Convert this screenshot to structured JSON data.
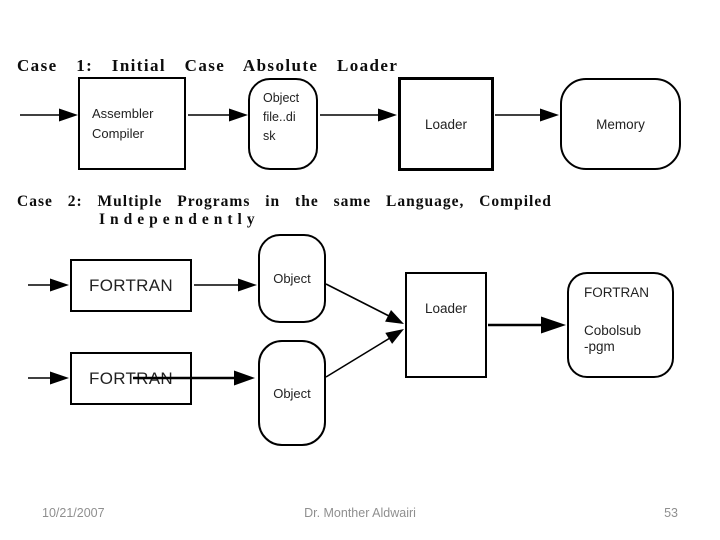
{
  "slide": {
    "kind": "presentation-slide-diagram",
    "background": "#ffffff"
  },
  "case1": {
    "title": "Case 1: Initial Case Absolute Loader",
    "nodes": {
      "assembler": [
        "Assembler",
        "Compiler"
      ],
      "object_file": [
        "Object",
        "file..di",
        "sk"
      ],
      "loader": "Loader",
      "memory": "Memory"
    },
    "connections": [
      {
        "from": "input",
        "to": "assembler"
      },
      {
        "from": "assembler",
        "to": "object_file"
      },
      {
        "from": "object_file",
        "to": "loader"
      },
      {
        "from": "loader",
        "to": "memory"
      }
    ]
  },
  "case2": {
    "title_line1": "Case 2: Multiple Programs in the same Language, Compiled",
    "title_line2": "Independently",
    "nodes": {
      "fortran_top": "FORTRAN",
      "fortran_bottom": "FORTRAN",
      "object_top": "Object",
      "object_bottom": "Object",
      "loader": "Loader",
      "output": [
        "FORTRAN",
        "Cobolsub",
        "-pgm"
      ]
    },
    "connections": [
      {
        "from": "input",
        "to": "fortran_top"
      },
      {
        "from": "fortran_top",
        "to": "object_top"
      },
      {
        "from": "input",
        "to": "fortran_bottom"
      },
      {
        "from": "fortran_bottom",
        "to": "object_bottom"
      },
      {
        "from": "object_top",
        "to": "loader"
      },
      {
        "from": "object_bottom",
        "to": "loader"
      },
      {
        "from": "loader",
        "to": "output"
      }
    ]
  },
  "footer": {
    "date": "10/21/2007",
    "author": "Dr. Monther Aldwairi",
    "page_number": "53"
  },
  "colors": {
    "node_border": "#000000",
    "node_text": "#222222",
    "heading_text": "#0d0d0d",
    "footer_text": "#8f8f8f",
    "background": "#ffffff"
  }
}
